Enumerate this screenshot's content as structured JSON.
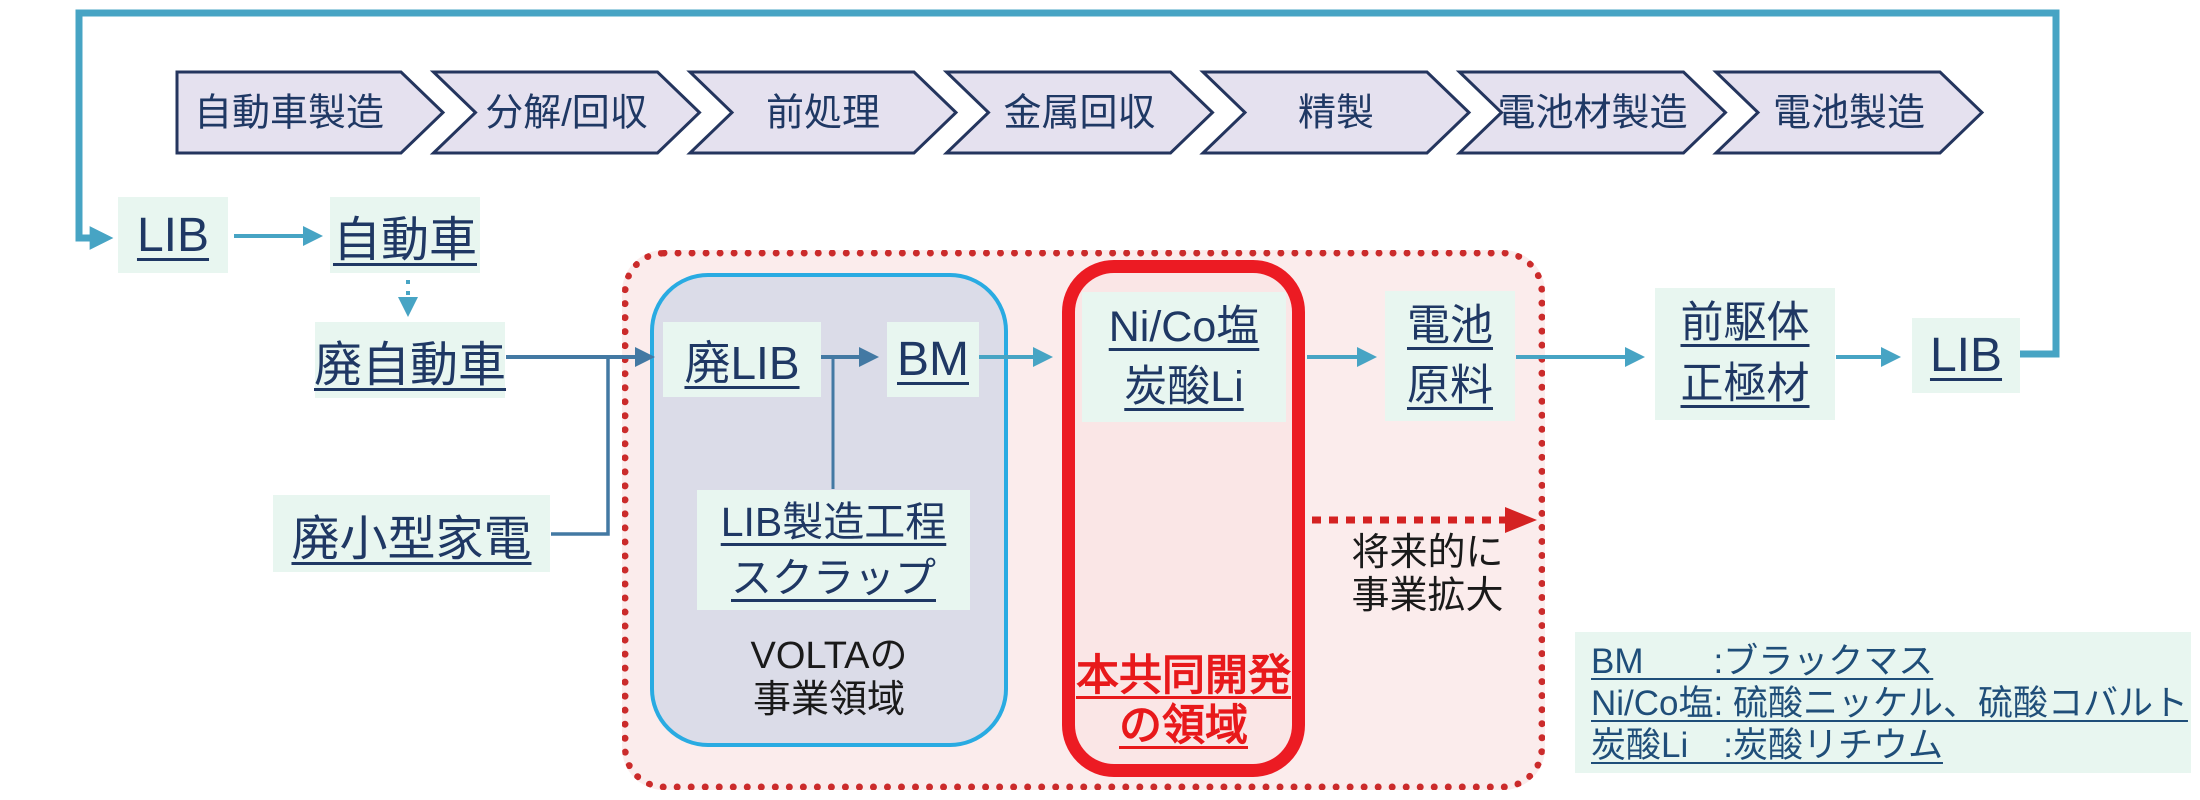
{
  "diagram_title": "LIB recycling value-chain flow",
  "process_chain": {
    "steps": [
      {
        "label": "自動車製造"
      },
      {
        "label": "分解/回収"
      },
      {
        "label": "前処理"
      },
      {
        "label": "金属回収"
      },
      {
        "label": "精製"
      },
      {
        "label": "電池材製造"
      },
      {
        "label": "電池製造"
      }
    ]
  },
  "flow_nodes": {
    "lib_left": {
      "label": "LIB"
    },
    "car": {
      "label": "自動車"
    },
    "waste_car": {
      "label": "廃自動車"
    },
    "waste_appliance": {
      "label": "廃小型家電"
    },
    "waste_lib": {
      "label": "廃LIB"
    },
    "bm": {
      "label": "BM"
    },
    "ni_co_salt": {
      "line1": "Ni/Co塩",
      "line2": "炭酸Li"
    },
    "battery_raw": {
      "line1": "電池",
      "line2": "原料"
    },
    "precursor": {
      "line1": "前駆体",
      "line2": "正極材"
    },
    "lib_right": {
      "label": "LIB"
    },
    "lib_scrap": {
      "line1": "LIB製造工程",
      "line2": "スクラップ"
    }
  },
  "regions": {
    "volta": {
      "line1": "VOLTAの",
      "line2": "事業領域"
    },
    "joint_dev": {
      "line1": "本共同開発",
      "line2": "の領域"
    },
    "future": {
      "line1": "将来的に",
      "line2": "事業拡大"
    }
  },
  "legend": {
    "rows": [
      {
        "term": "BM",
        "definition": "ブラックマス",
        "text": "BM　　:ブラックマス"
      },
      {
        "term": "Ni/Co塩",
        "definition": "硫酸ニッケル、硫酸コバルト",
        "text": "Ni/Co塩: 硫酸ニッケル、硫酸コバルト"
      },
      {
        "term": "炭酸Li",
        "definition": "炭酸リチウム",
        "text": "炭酸Li　:炭酸リチウム"
      }
    ]
  },
  "colors": {
    "navy_text": "#1F3864",
    "legend_text": "#1F4E79",
    "teal_arrow": "#47A4C4",
    "steel_arrow": "#4379A3",
    "chevron_fill": "#E5E1EF",
    "chevron_border": "#24355E",
    "mint_node_bg": "#E8F6F0",
    "blue_region_border": "#29ABE2",
    "blue_region_fill": "#DBDCE8",
    "red_region_border": "#EC1B23",
    "red_label": "#E8191B",
    "dotted_region_border": "#CB2B2B",
    "dotted_region_fill": "#FBECEC"
  }
}
